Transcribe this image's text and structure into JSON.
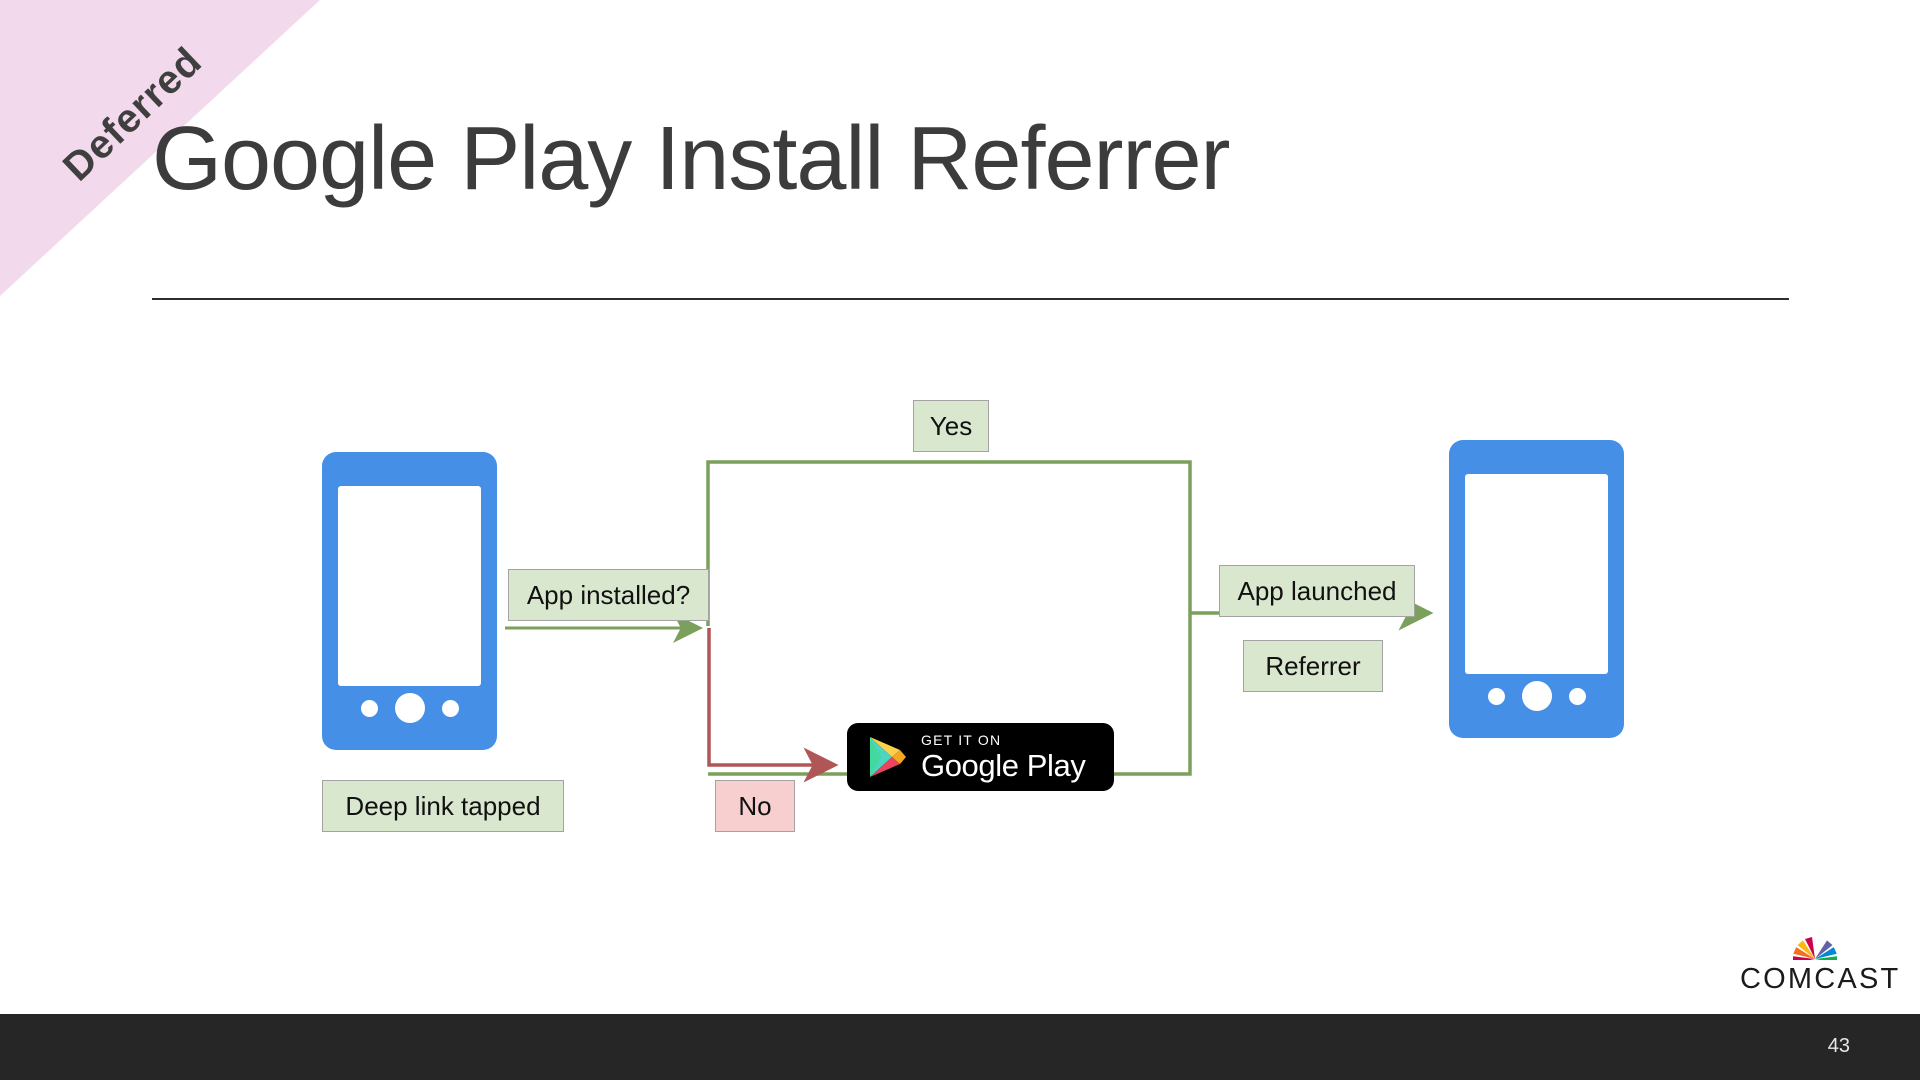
{
  "slide": {
    "ribbon_label": "Deferred",
    "title": "Google Play Install Referrer",
    "page_number": "43",
    "brand": "COMCAST"
  },
  "colors": {
    "ribbon_bg": "#f2d9ec",
    "title_text": "#3c3c3c",
    "phone_blue": "#4590e6",
    "chip_green_bg": "#d9e7cf",
    "chip_pink_bg": "#f7cfcf",
    "arrow_green": "#7ba05b",
    "arrow_red": "#b05656",
    "footer_bg": "#262626",
    "badge_bg": "#000000"
  },
  "diagram": {
    "type": "flowchart",
    "nodes": [
      {
        "id": "phone-left",
        "kind": "device",
        "label": ""
      },
      {
        "id": "phone-right",
        "kind": "device",
        "label": ""
      },
      {
        "id": "google-play-badge",
        "kind": "store-badge",
        "label": "Google Play"
      }
    ],
    "labels": {
      "deep_link_tapped": "Deep link tapped",
      "app_installed": "App installed?",
      "yes": "Yes",
      "no": "No",
      "app_launched": "App launched",
      "referrer": "Referrer"
    },
    "edges": [
      {
        "from": "phone-left",
        "to": "decision",
        "label": "App installed?",
        "color": "green"
      },
      {
        "from": "decision",
        "to": "phone-right",
        "label": "Yes",
        "color": "green"
      },
      {
        "from": "decision",
        "to": "google-play-badge",
        "label": "No",
        "color": "red"
      },
      {
        "from": "google-play-badge",
        "to": "phone-right",
        "label": "App launched",
        "color": "green"
      }
    ]
  },
  "google_play_badge": {
    "small_text": "GET IT ON",
    "name": "Google Play"
  }
}
